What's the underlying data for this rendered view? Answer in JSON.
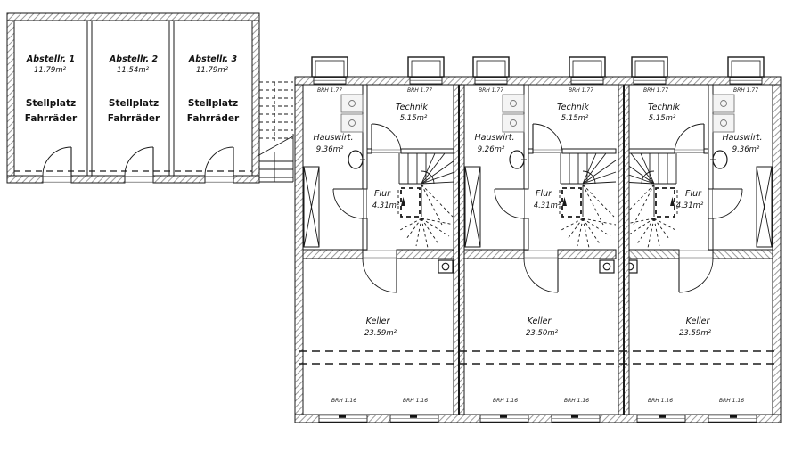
{
  "outbuilding": {
    "rooms": [
      {
        "name": "Abstellr. 1",
        "area": "11.79m²",
        "use1": "Stellplatz",
        "use2": "Fahrräder"
      },
      {
        "name": "Abstellr. 2",
        "area": "11.54m²",
        "use1": "Stellplatz",
        "use2": "Fahrräder"
      },
      {
        "name": "Abstellr. 3",
        "area": "11.79m²",
        "use1": "Stellplatz",
        "use2": "Fahrräder"
      }
    ]
  },
  "units": [
    {
      "brh_left": "BRH 1.77",
      "brh_right": "BRH 1.77",
      "hauswirt_label": "Hauswirt.",
      "hauswirt_area": "9.36m²",
      "technik_label": "Technik",
      "technik_area": "5.15m²",
      "flur_label": "Flur",
      "flur_area": "4.31m²",
      "keller_label": "Keller",
      "keller_area": "23.59m²",
      "brh_bottom_1": "BRH 1.16",
      "brh_bottom_2": "BRH 1.16"
    },
    {
      "brh_left": "BRH 1.77",
      "brh_right": "BRH 1.77",
      "hauswirt_label": "Hauswirt.",
      "hauswirt_area": "9.26m²",
      "technik_label": "Technik",
      "technik_area": "5.15m²",
      "flur_label": "Flur",
      "flur_area": "4.31m²",
      "keller_label": "Keller",
      "keller_area": "23.50m²",
      "brh_bottom_1": "BRH 1.16",
      "brh_bottom_2": "BRH 1.16"
    },
    {
      "brh_left": "BRH 1.77",
      "brh_right": "BRH 1.77",
      "hauswirt_label": "Hauswirt.",
      "hauswirt_area": "9.36m²",
      "technik_label": "Technik",
      "technik_area": "5.15m²",
      "flur_label": "Flur",
      "flur_area": "4.31m²",
      "keller_label": "Keller",
      "keller_area": "23.59m²",
      "brh_bottom_1": "BRH 1.16",
      "brh_bottom_2": "BRH 1.16"
    }
  ]
}
